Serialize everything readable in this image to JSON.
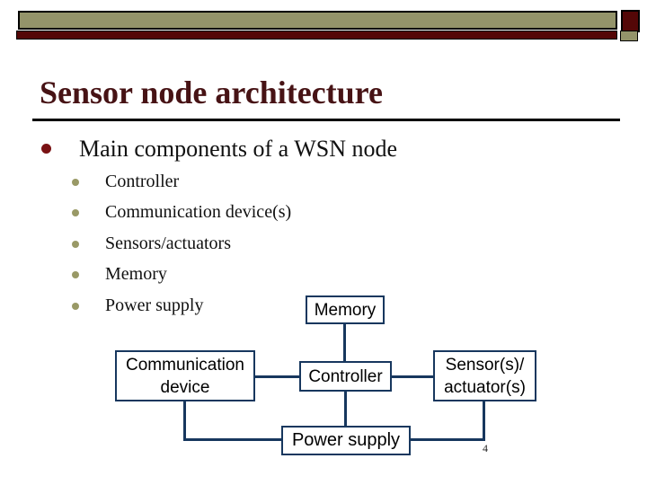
{
  "slide": {
    "title": "Sensor node architecture",
    "page_number": "4"
  },
  "colors": {
    "bar_khaki": "#94946A",
    "bar_dark_red": "#540707",
    "title_color": "#471315",
    "main_bullet_dot": "#7A1214",
    "sub_bullet_dot": "#999966",
    "diagram_border": "#17375E",
    "title_rule": "#000000"
  },
  "content": {
    "main_bullet": "Main components of a WSN node",
    "sub_bullets": [
      "Controller",
      "Communication device(s)",
      "Sensors/actuators",
      "Memory",
      "Power supply"
    ]
  },
  "diagram": {
    "memory_label": "Memory",
    "communication_line1": "Communication",
    "communication_line2": "device",
    "controller_label": "Controller",
    "sensor_line1": "Sensor(s)/",
    "sensor_line2": "actuator(s)",
    "power_label": "Power supply"
  }
}
